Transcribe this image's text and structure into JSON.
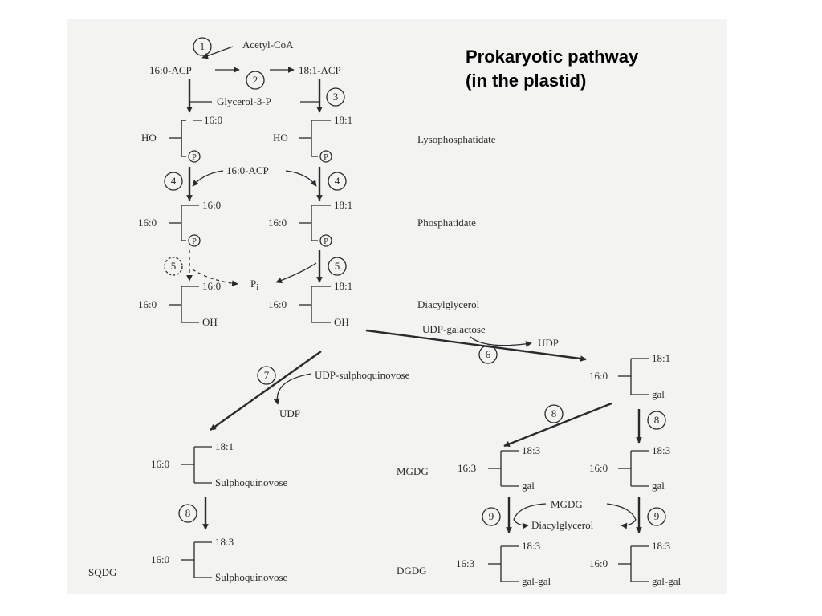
{
  "heading": {
    "line1": "Prokaryotic pathway",
    "line2": "(in the plastid)"
  },
  "steps": {
    "s1": "1",
    "s2": "2",
    "s3": "3",
    "s4": "4",
    "s5": "5",
    "s6": "6",
    "s7": "7",
    "s8": "8",
    "s9": "9"
  },
  "top": {
    "acetyl_coa": "Acetyl-CoA",
    "acp_160": "16:0-ACP",
    "acp_181": "18:1-ACP",
    "glycerol_3_p": "Glycerol-3-P",
    "acp_160_mid": "16:0-ACP"
  },
  "labels": {
    "lysophosphatidate": "Lysophosphatidate",
    "phosphatidate": "Phosphatidate",
    "diacylglycerol": "Diacylglycerol",
    "mgdg": "MGDG",
    "dgdg": "DGDG",
    "sqdg": "SQDG"
  },
  "reagents": {
    "pi": "P",
    "pi_sub": "i",
    "udp_galactose": "UDP-galactose",
    "udp": "UDP",
    "udp_sulpho": "UDP-sulphoquinovose",
    "udp2": "UDP",
    "mgdg_mid": "MGDG",
    "dag_mid": "Diacylglycerol"
  },
  "chem": {
    "ho": "HO",
    "c160": "16:0",
    "c181": "18:1",
    "c183": "18:3",
    "c163": "16:3",
    "p": "P",
    "oh": "OH",
    "gal": "gal",
    "galgal": "gal-gal",
    "sulpho": "Sulphoquinovose"
  }
}
